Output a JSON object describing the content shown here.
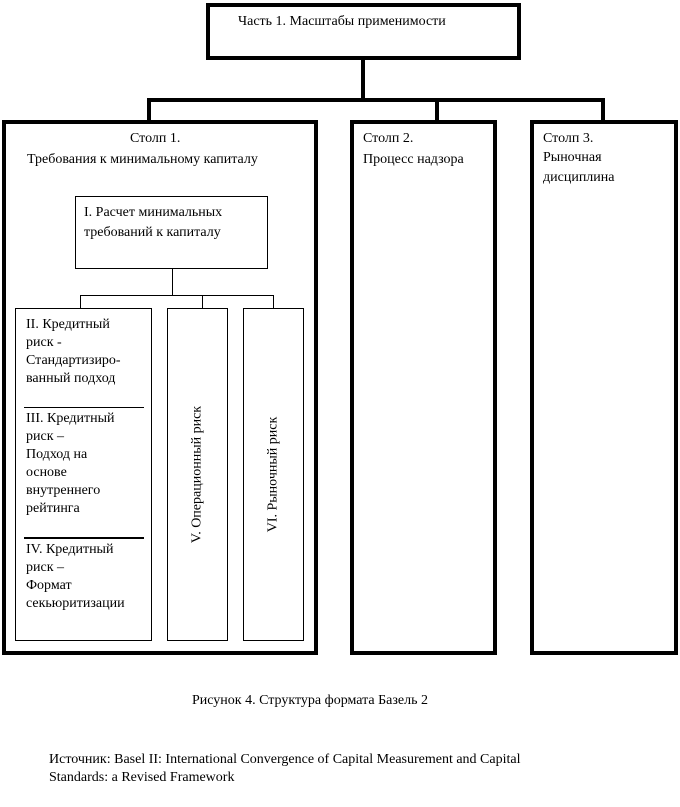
{
  "diagram": {
    "top_box": {
      "label": "Часть 1. Масштабы применимости"
    },
    "pillars": [
      {
        "title": "Столп 1.",
        "subtitle": "Требования к минимальному капиталу"
      },
      {
        "title": "Столп 2.",
        "subtitle": "Процесс надзора"
      },
      {
        "title": "Столп 3.",
        "subtitle_lines": [
          "Рыночная",
          "дисциплина"
        ]
      }
    ],
    "pillar1_children": {
      "calc_box": {
        "lines": [
          "I. Расчет минимальных",
          "требований к капиталу"
        ]
      },
      "credit_risk": [
        {
          "lines": [
            "II. Кредитный",
            "риск -",
            "Стандартизиро-",
            "ванный подход"
          ]
        },
        {
          "lines": [
            "III. Кредитный",
            "риск –",
            "Подход на",
            "основе",
            "внутреннего",
            "рейтинга"
          ]
        },
        {
          "lines": [
            "IV. Кредитный",
            "риск –",
            "Формат",
            "секьюритизации"
          ]
        }
      ],
      "operational_risk": {
        "label": "V. Операционный риск"
      },
      "market_risk": {
        "label": "VI. Рыночный риск"
      }
    }
  },
  "caption": "Рисунок 4. Структура формата Базель 2",
  "source": {
    "line1": "Источник: Basel II: International Convergence of Capital Measurement and Capital",
    "line2": "Standards: a Revised Framework"
  }
}
